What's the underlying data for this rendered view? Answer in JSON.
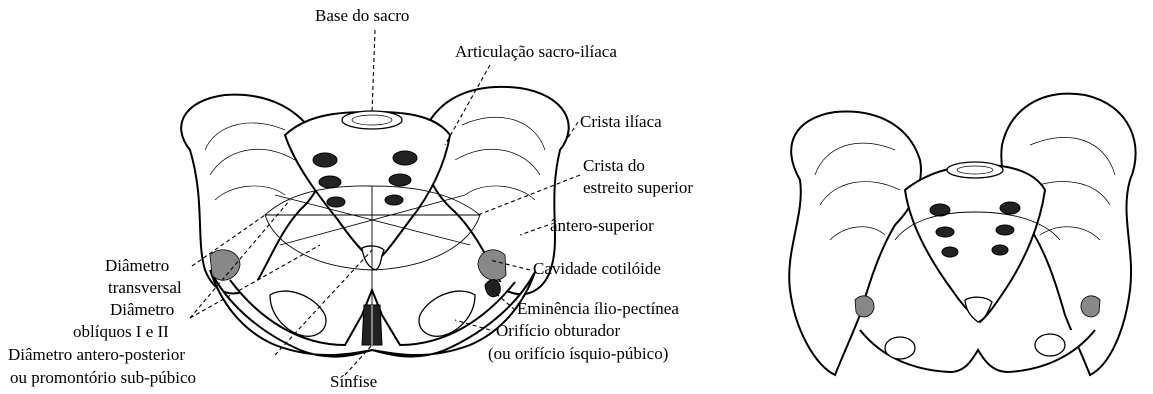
{
  "labels": {
    "base_sacro": "Base do sacro",
    "art_sacro_iliaca": "Articulação sacro-ilíaca",
    "crista_iliaca": "Crista ilíaca",
    "crista_do": "Crista do",
    "estreito_superior": "estreito superior",
    "antero_superior": "ântero-superior",
    "cavidade_cotiloide": "Cavidade cotilóide",
    "eminencia": "Eminência ílio-pectínea",
    "orificio_obturador": "Orifício obturador",
    "orificio_isquio": "(ou orifício ísquio-púbico)",
    "diametro_transversal_1": "Diâmetro",
    "diametro_transversal_2": "transversal",
    "diametro_obliquos_1": "Diâmetro",
    "diametro_obliquos_2": "oblíquos I e II",
    "diametro_ap_1": "Diâmetro antero-posterior",
    "diametro_ap_2": "ou promontório sub-púbico",
    "sinfise": "Sínfise"
  }
}
